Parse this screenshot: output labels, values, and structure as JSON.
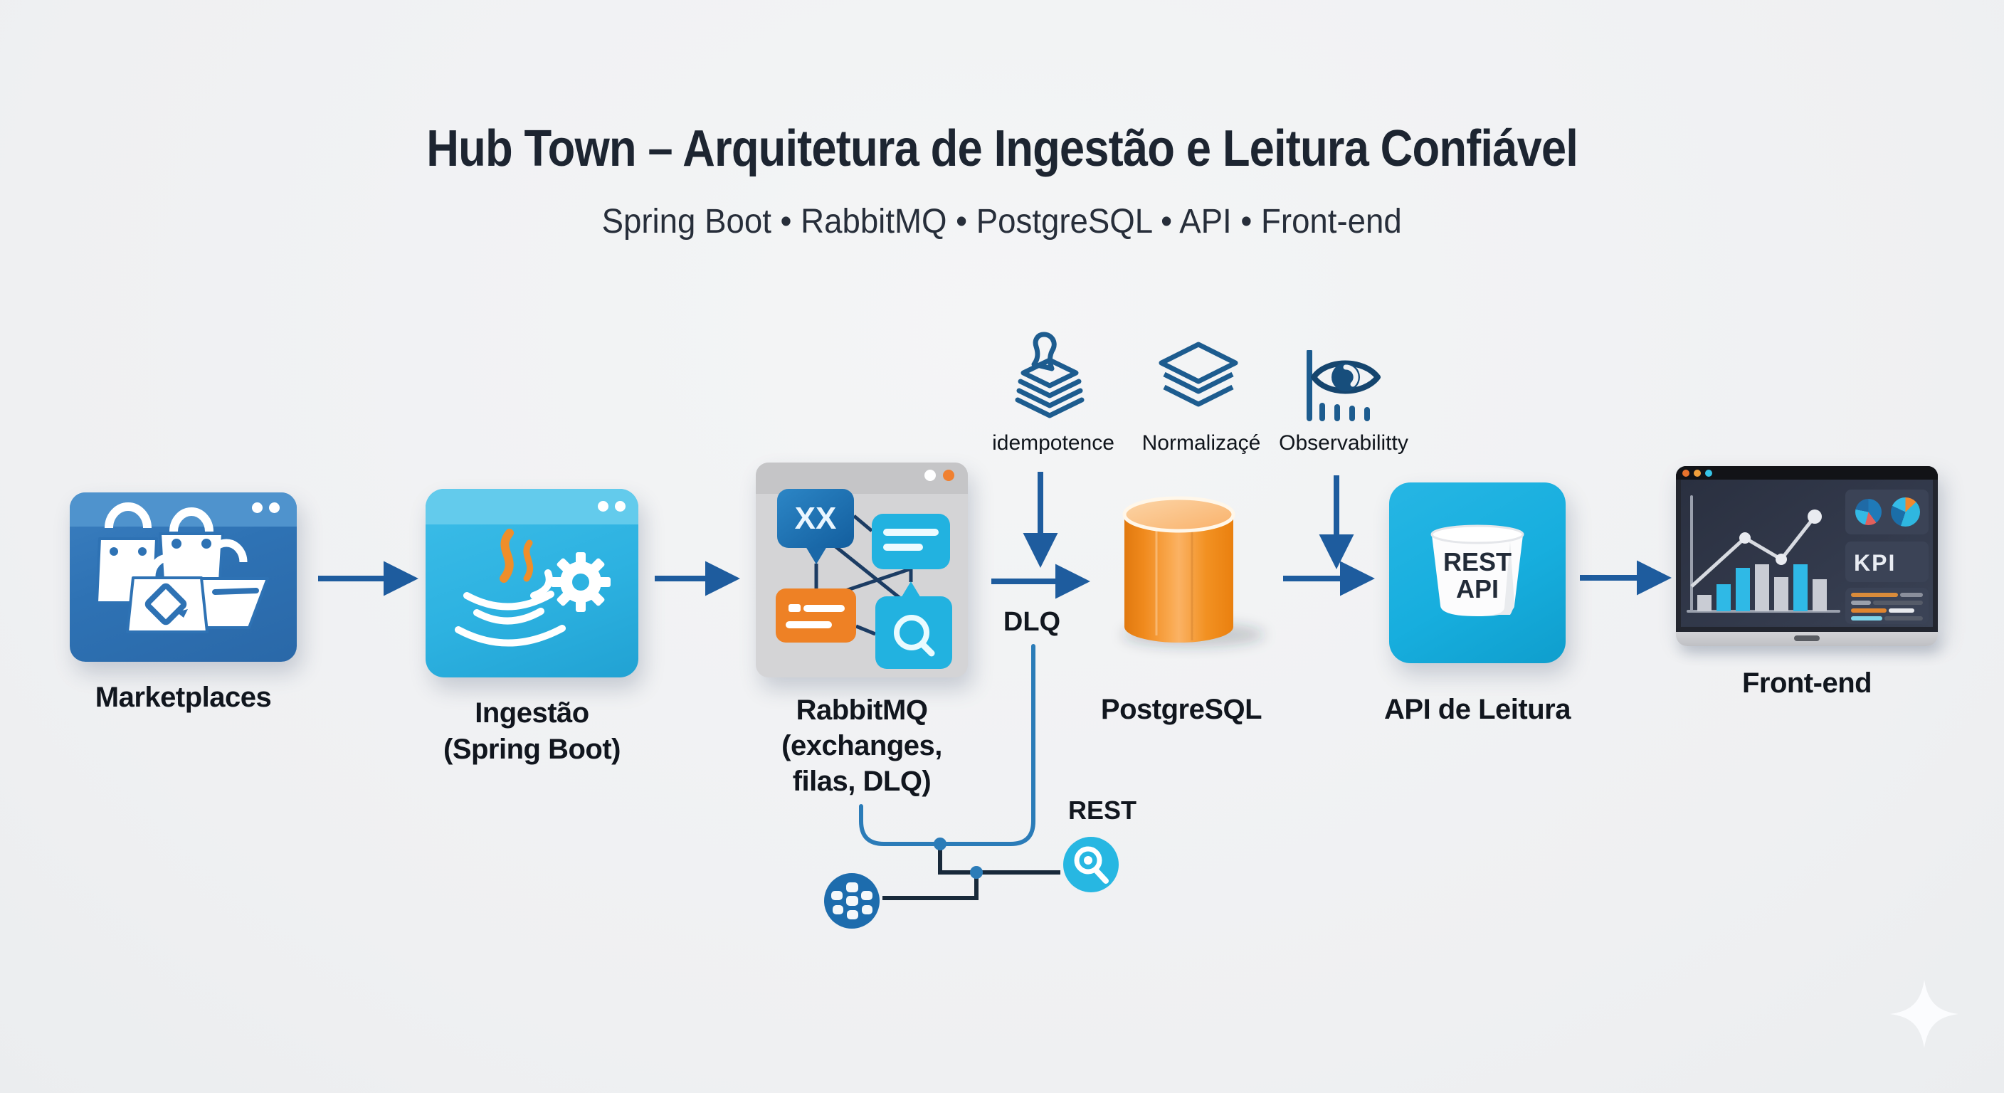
{
  "header": {
    "title": "Hub Town – Arquitetura de Ingestão e Leitura Confiável",
    "subtitle": "Spring Boot • RabbitMQ • PostgreSQL • API • Front-end"
  },
  "qualities": [
    {
      "label": "idempotence",
      "icon": "stamp-icon"
    },
    {
      "label": "Normalizaçé",
      "icon": "layers-icon"
    },
    {
      "label": "Observabilitty",
      "icon": "eye-icon"
    }
  ],
  "nodes": {
    "marketplaces": {
      "label": "Marketplaces",
      "icon": "shopping-bags-icon"
    },
    "ingestion": {
      "label_line1": "Ingestão",
      "label_line2": "(Spring Boot)",
      "icon": "java-gear-icon"
    },
    "rabbitmq": {
      "label_line1": "RabbitMQ",
      "label_line2": "(exchanges,",
      "label_line3": "filas, DLQ)",
      "exchange_text": "XX",
      "icon": "message-broker-window-icon"
    },
    "postgresql": {
      "label": "PostgreSQL",
      "icon": "database-cylinder-icon"
    },
    "read_api": {
      "label": "API de Leitura",
      "bucket_line1": "REST",
      "bucket_line2": "API"
    },
    "frontend": {
      "label": "Front-end",
      "kpi": "KPI",
      "icon": "dashboard-monitor-icon"
    }
  },
  "annotations": {
    "dlq": "DLQ",
    "rest": "REST"
  },
  "colors": {
    "arrow_blue": "#1e5c9e",
    "dlq_line_blue": "#2b7cb8",
    "dark_line": "#18293a",
    "marketplaces_blue": "#2e72b4",
    "ingestion_cyan": "#2db2e1",
    "rabbit_orange": "#ee8125",
    "postgres_orange": "#f5941f",
    "api_cyan": "#17aede",
    "background": "#f1f2f4"
  }
}
